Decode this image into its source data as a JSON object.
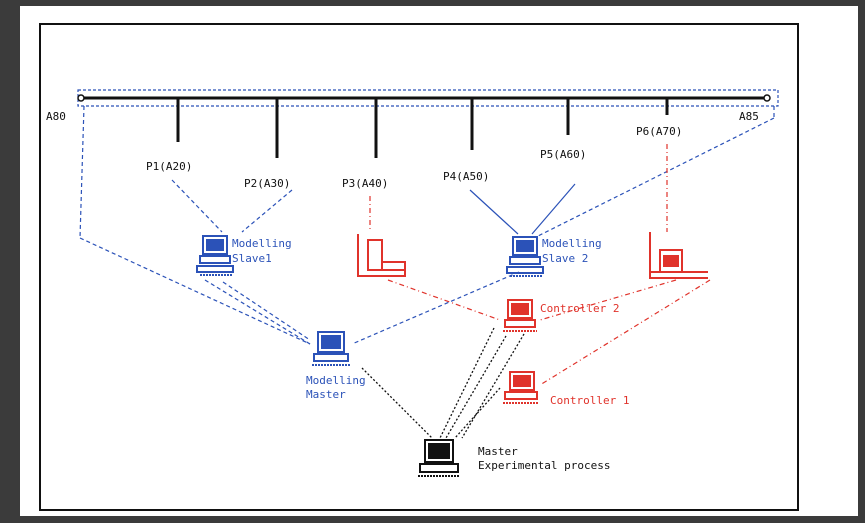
{
  "colors": {
    "background": "#3b3b3b",
    "panel": "#ffffff",
    "modelling": "#2b52b8",
    "controller": "#e0332b",
    "master": "#111111"
  },
  "bus": {
    "left_label": "A80",
    "right_label": "A85"
  },
  "bus_nodes": [
    "P1(A20)",
    "P2(A30)",
    "P3(A40)",
    "P4(A50)",
    "P5(A60)",
    "P6(A70)"
  ],
  "stations": {
    "modelling_slave_1": {
      "line1": "Modelling",
      "line2": "Slave1"
    },
    "modelling_slave_2": {
      "line1": "Modelling",
      "line2": "Slave 2"
    },
    "controller_2": {
      "line1": "Controller 2"
    },
    "controller_1": {
      "line1": "Controller 1"
    },
    "modelling_master": {
      "line1": "Modelling",
      "line2": "Master"
    },
    "master": {
      "line1": "Master",
      "line2": "Experimental process"
    }
  },
  "icons": {
    "computer": "desktop-computer-icon",
    "plc": "plc-device-icon"
  }
}
